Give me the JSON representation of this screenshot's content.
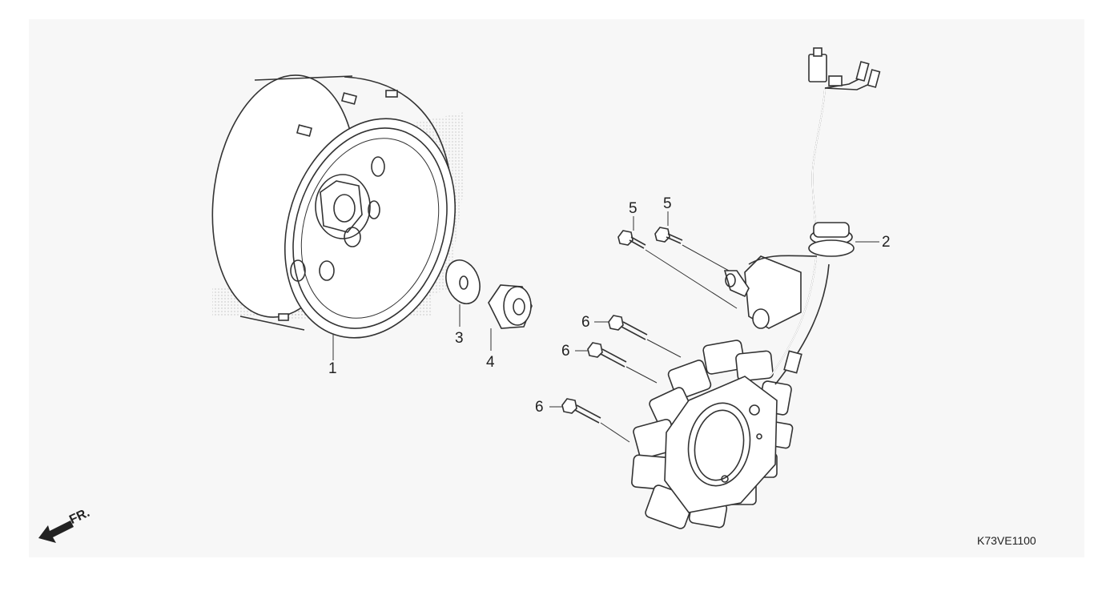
{
  "diagram": {
    "callouts": [
      {
        "id": "flywheel",
        "number": "1"
      },
      {
        "id": "stator-harness",
        "number": "2"
      },
      {
        "id": "washer",
        "number": "3"
      },
      {
        "id": "nut",
        "number": "4"
      },
      {
        "id": "bolt-pickup-left",
        "number": "5"
      },
      {
        "id": "bolt-pickup-right",
        "number": "5"
      },
      {
        "id": "bolt-stator-top",
        "number": "6"
      },
      {
        "id": "bolt-stator-middle",
        "number": "6"
      },
      {
        "id": "bolt-stator-bottom",
        "number": "6"
      }
    ],
    "direction_label": "FR.",
    "figure_code": "K73VE1100"
  }
}
